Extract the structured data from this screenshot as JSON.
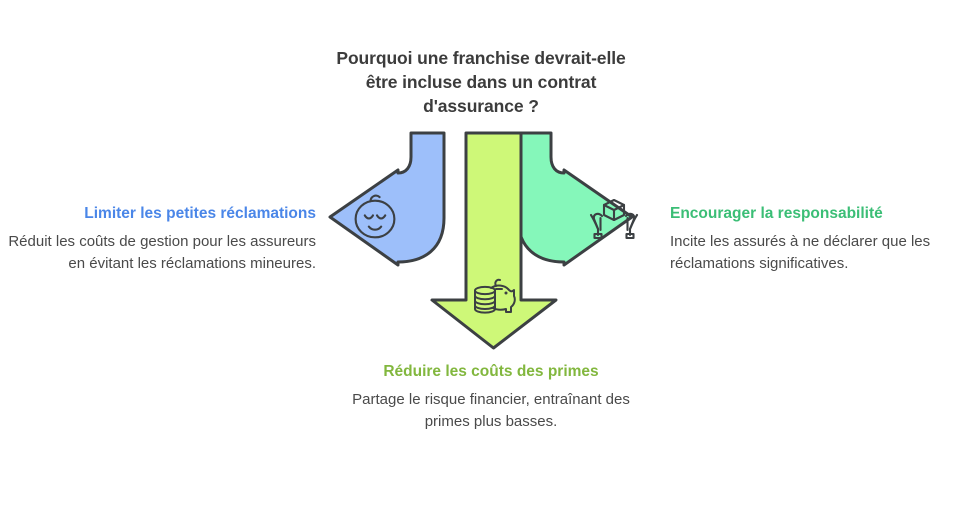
{
  "title": {
    "line1": "Pourquoi une franchise devrait-elle",
    "line2": "être incluse dans un contrat",
    "line3": "d'assurance ?"
  },
  "branches": [
    {
      "id": "left",
      "heading": "Limiter les petites réclamations",
      "body": "Réduit les coûts de gestion pour les assureurs en évitant les réclamations mineures.",
      "arrow_direction": "left",
      "arrow_fill": "#9dbffa",
      "heading_color": "#4a86e8",
      "icon": "baby-face-icon"
    },
    {
      "id": "bottom",
      "heading": "Réduire les coûts des primes",
      "body": "Partage le risque financier, entraînant des primes plus basses.",
      "arrow_direction": "down",
      "arrow_fill": "#cef878",
      "heading_color": "#82b73e",
      "icon": "piggy-bank-coins-icon"
    },
    {
      "id": "right",
      "heading": "Encourager la responsabilité",
      "body": "Incite les assurés à ne déclarer que les réclamations significatives.",
      "arrow_direction": "right",
      "arrow_fill": "#85f7ba",
      "heading_color": "#3bbe76",
      "icon": "hands-holding-cube-icon"
    }
  ],
  "style": {
    "background": "#ffffff",
    "arrow_stroke": "#3c4043",
    "body_text_color": "#4a4a4a",
    "title_color": "#3c3c3c"
  }
}
